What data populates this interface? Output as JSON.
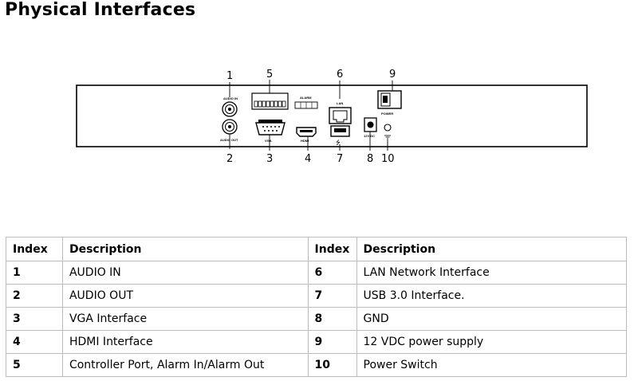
{
  "page_title": "Physical Interfaces",
  "panel": {
    "callouts": [
      "1",
      "2",
      "3",
      "4",
      "5",
      "6",
      "7",
      "8",
      "9",
      "10"
    ],
    "port_labels": {
      "audio_in": "AUDIO IN",
      "audio_out": "AUDIO OUT",
      "vga": "VGA",
      "alarm": "ALARM",
      "lan": "LAN",
      "hdmi": "HDMI",
      "power": "POWER",
      "dc": "12V DC",
      "usb": "⭍"
    }
  },
  "table": {
    "headers": [
      "Index",
      "Description",
      "Index",
      "Description"
    ],
    "rows": [
      [
        "1",
        "AUDIO IN",
        "6",
        "LAN Network Interface"
      ],
      [
        "2",
        "AUDIO OUT",
        "7",
        "USB 3.0 Interface."
      ],
      [
        "3",
        "VGA Interface",
        "8",
        "GND"
      ],
      [
        "4",
        "HDMI Interface",
        "9",
        "12 VDC power supply"
      ],
      [
        "5",
        "Controller Port, Alarm In/Alarm Out",
        "10",
        "Power Switch"
      ]
    ]
  }
}
